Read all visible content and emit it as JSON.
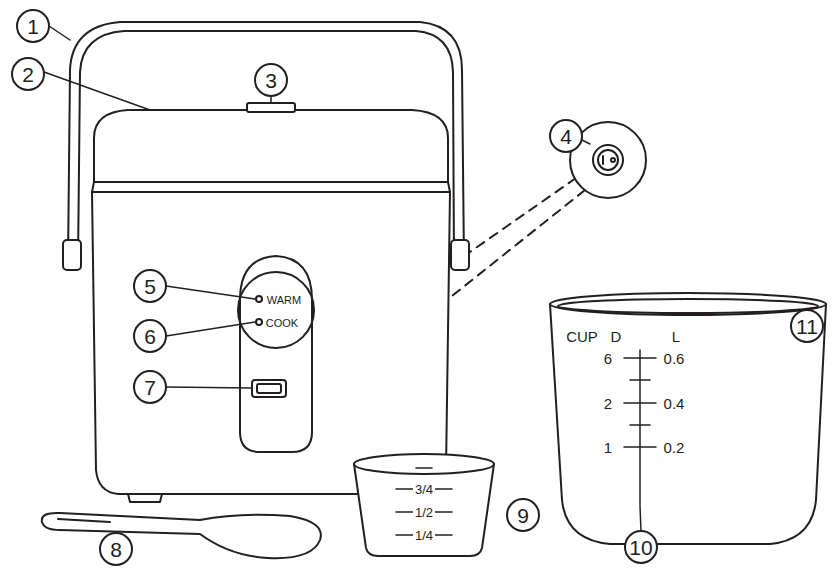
{
  "diagram": {
    "labels": [
      "1",
      "2",
      "3",
      "4",
      "5",
      "WARM",
      "6",
      "COOK",
      "7",
      "8",
      "9",
      "3/4",
      "1/2",
      "1/4",
      "10",
      "11",
      "CUP",
      "D",
      "L",
      "6",
      "0.6",
      "2",
      "0.4",
      "1",
      "0.2"
    ]
  }
}
